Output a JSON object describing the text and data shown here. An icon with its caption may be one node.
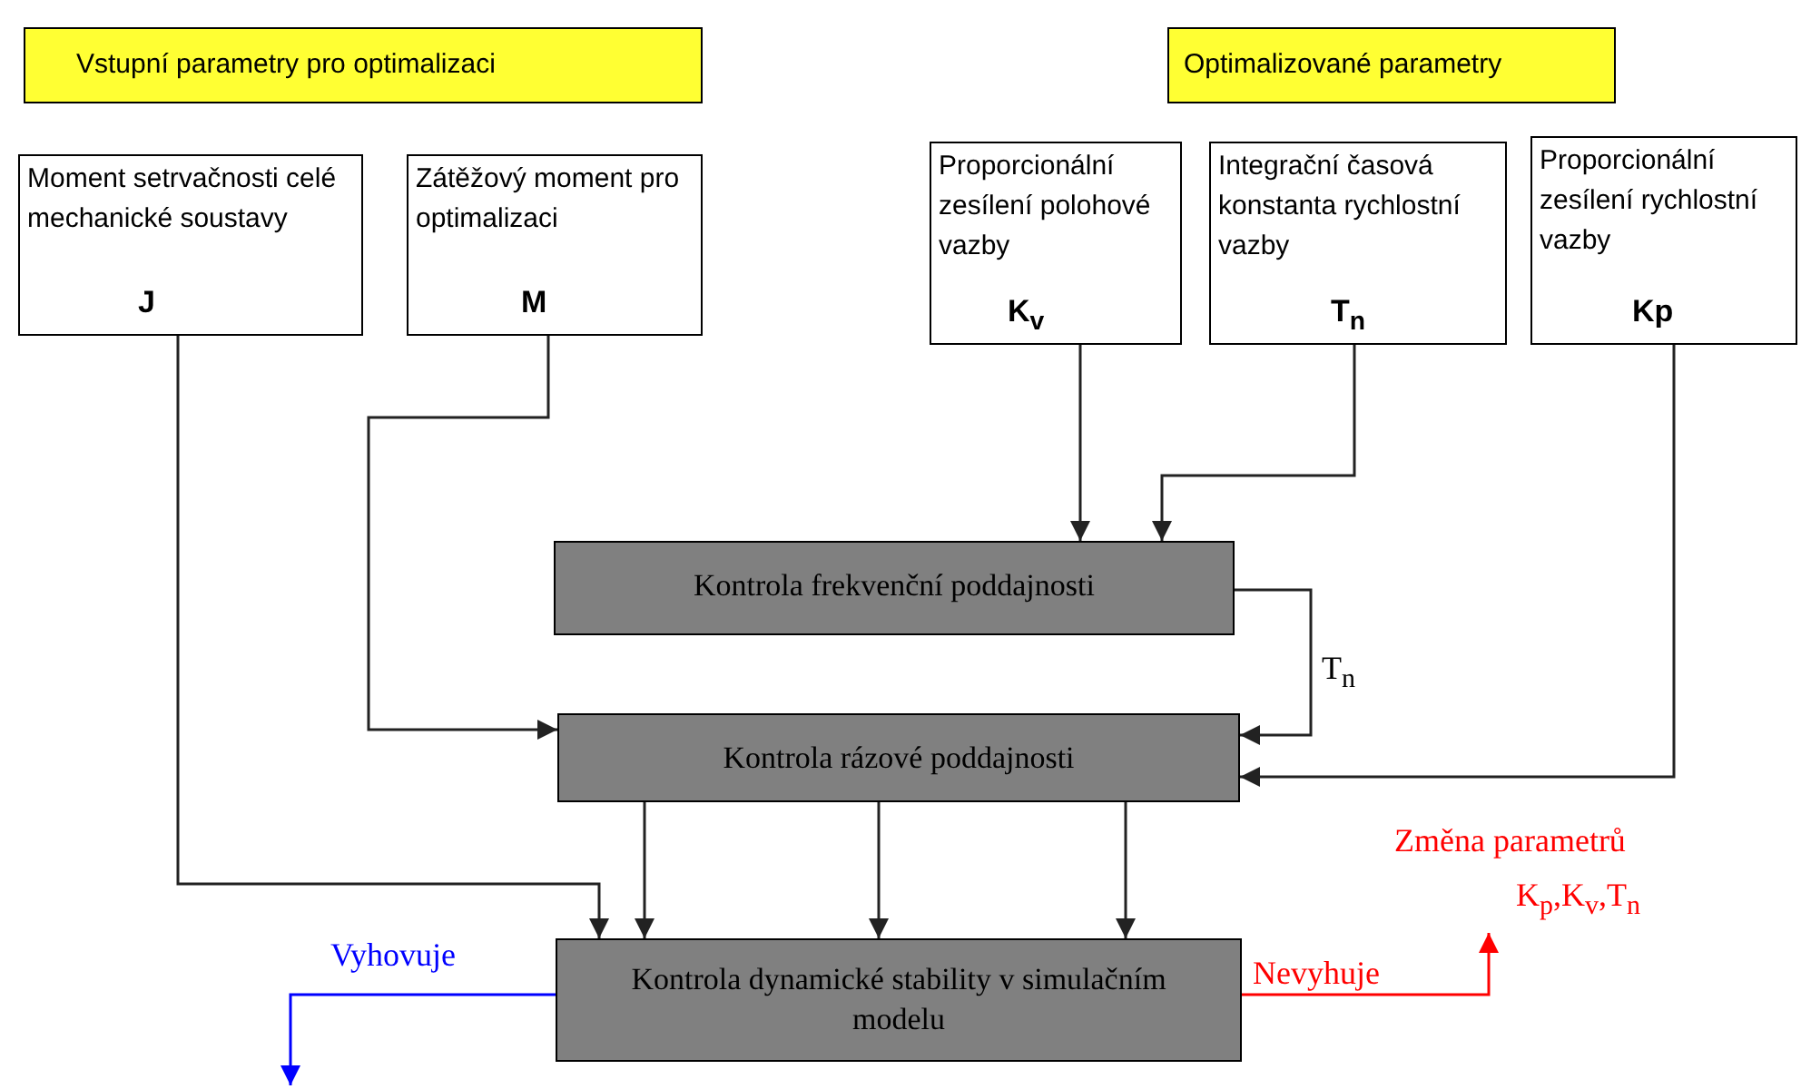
{
  "diagram": {
    "nodes": [
      {
        "text": [
          "Vstupní parametry pro optimalizaci"
        ]
      },
      {
        "text": [
          "Optimalizované parametry"
        ]
      },
      {
        "text": [
          "Moment setrvačnosti celé mechanické soustavy",
          "J"
        ]
      },
      {
        "text": [
          "Zátěžový moment pro optimalizaci",
          "M"
        ]
      },
      {
        "text": [
          "Proporcionální zesílení polohové vazby",
          "K$_{v}$"
        ]
      },
      {
        "text": [
          "Integrační časová konstanta rychlostní vazby",
          "T$_{n}$"
        ]
      },
      {
        "text": [
          "Proporcionální zesílení rychlostní vazby",
          "Kp"
        ]
      },
      {
        "text": [
          "Kontrola frekvenční poddajnosti"
        ]
      },
      {
        "text": [
          "Kontrola rázové poddajnosti"
        ]
      },
      {
        "text": [
          "Kontrola dynamické stability v simulačním modelu"
        ]
      },
      {
        "text": [
          "Změna parametrů",
          "K$_{p}$,K$_{v}$,T$_{n}$"
        ]
      }
    ],
    "edges": [
      {
        "from": 4,
        "to": 7,
        "arrow": "to"
      },
      {
        "from": 5,
        "to": 7,
        "arrow": "to"
      },
      {
        "from": 3,
        "to": 8,
        "arrow": "to"
      },
      {
        "from": 7,
        "to": 8,
        "arrow": "to",
        "label": "T$_{n}$"
      },
      {
        "from": 6,
        "to": 8,
        "arrow": "to"
      },
      {
        "from": 2,
        "to": 9,
        "arrow": "to"
      },
      {
        "from": 8,
        "to": 9,
        "arrow": "to"
      },
      {
        "from": 8,
        "to": 9,
        "arrow": "to"
      },
      {
        "from": 8,
        "to": 9,
        "arrow": "to"
      },
      {
        "from": 9,
        "to": null,
        "arrow": "to",
        "label": "Vyhovuje",
        "color": "#0000ff"
      },
      {
        "from": 9,
        "to": 10,
        "arrow": "to",
        "label": "Nevyhuje",
        "color": "#ff0000"
      }
    ]
  }
}
